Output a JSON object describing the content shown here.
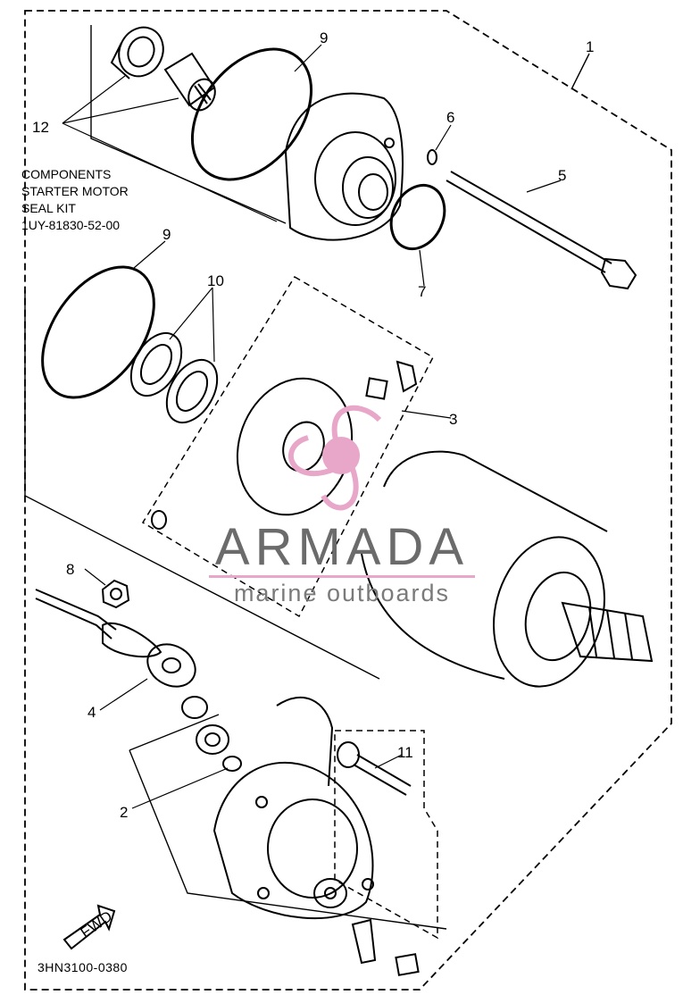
{
  "kit_note": [
    "COMPONENTS",
    "STARTER MOTOR",
    "SEAL KIT",
    "1UY-81830-52-00"
  ],
  "diagram_code": "3HN3100-0380",
  "watermark": {
    "name": "ARMADA",
    "tagline": "marine outboards",
    "accent_color": "#e8a6c9",
    "text_color": "#6b6b6b"
  },
  "fwd_label": "FWD",
  "callouts": {
    "c1": "1",
    "c2": "2",
    "c3": "3",
    "c4": "4",
    "c5": "5",
    "c6": "6",
    "c7": "7",
    "c8": "8",
    "c9a": "9",
    "c9b": "9",
    "c10": "10",
    "c11": "11",
    "c12": "12"
  }
}
